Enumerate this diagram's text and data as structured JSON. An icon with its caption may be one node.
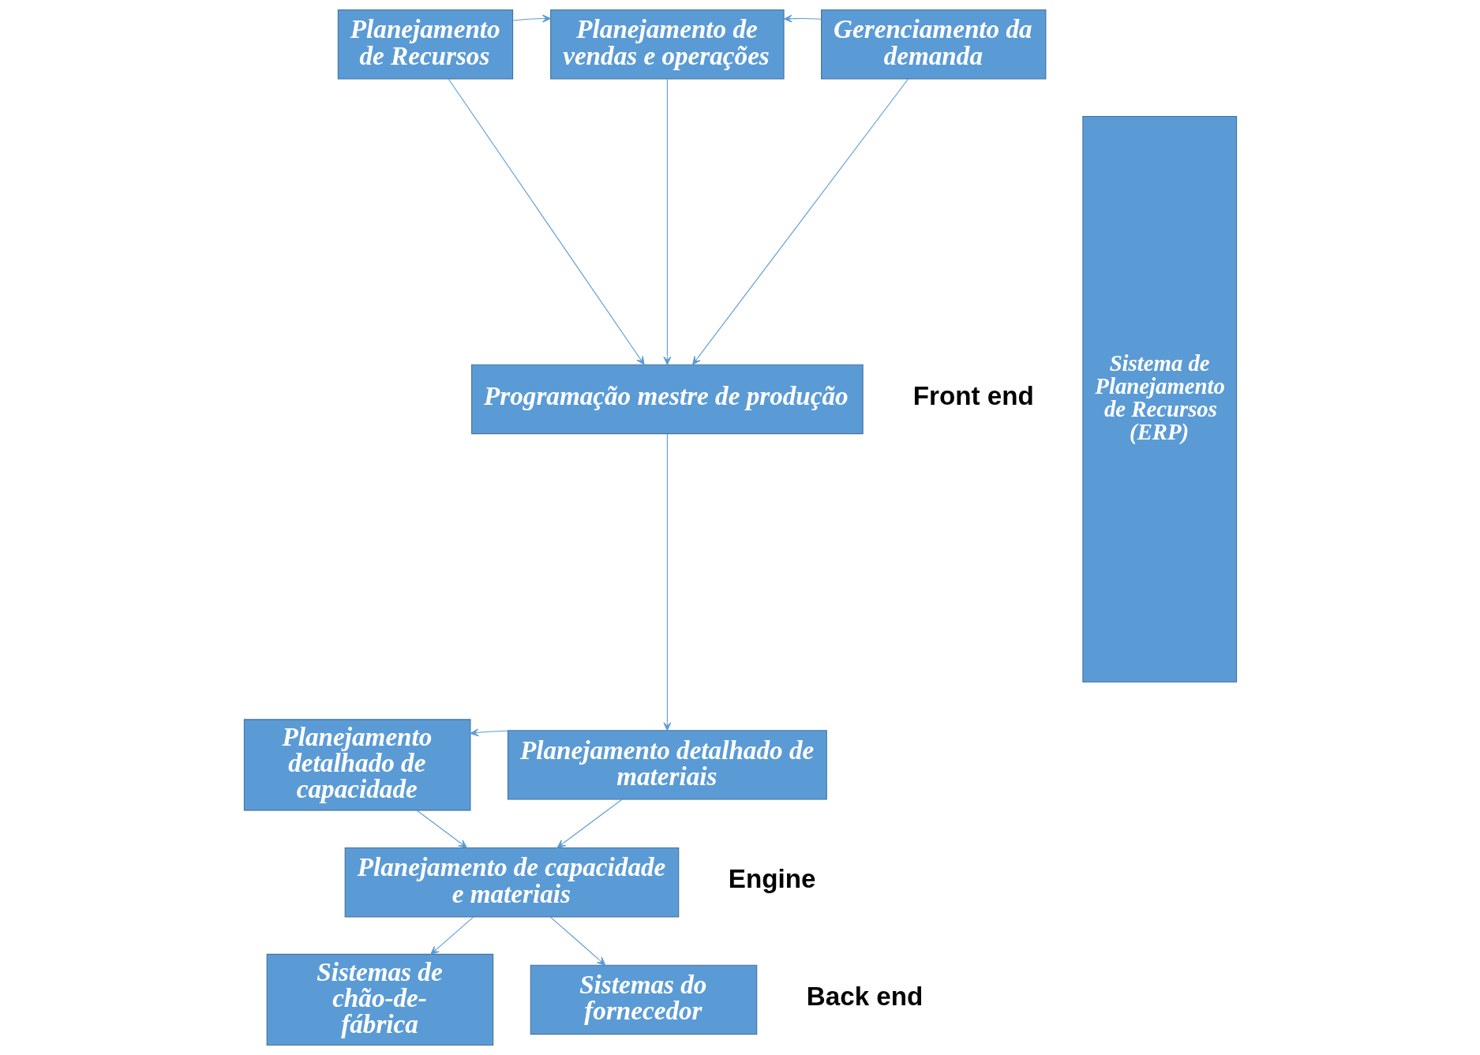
{
  "diagram": {
    "nodes": [
      {
        "text": [
          "Planejamento de Recursos"
        ]
      },
      {
        "text": [
          "Planejamento de vendas e operações"
        ]
      },
      {
        "text": [
          "Gerenciamento da demanda"
        ]
      },
      {
        "text": [
          "Programação mestre de produção"
        ]
      },
      {
        "text": [
          "Planejamento detalhado de capacidade"
        ]
      },
      {
        "text": [
          "Planejamento detalhado de materiais"
        ]
      },
      {
        "text": [
          "Planejamento de capacidade e materiais"
        ]
      },
      {
        "text": [
          "Sistemas de chão-de-fábrica"
        ]
      },
      {
        "text": [
          "Sistemas do fornecedor"
        ]
      },
      {
        "text": [
          "Sistema de Planejamento de Recursos (ERP)"
        ]
      }
    ],
    "edges": [
      {
        "from": 0,
        "to": 1,
        "arrow": "to"
      },
      {
        "from": 2,
        "to": 1,
        "arrow": "to"
      },
      {
        "from": 0,
        "to": 3,
        "arrow": "to"
      },
      {
        "from": 1,
        "to": 3,
        "arrow": "to"
      },
      {
        "from": 2,
        "to": 3,
        "arrow": "to"
      },
      {
        "from": 3,
        "to": 5,
        "arrow": "to"
      },
      {
        "from": 5,
        "to": 4,
        "arrow": "to"
      },
      {
        "from": 5,
        "to": 6,
        "arrow": "to"
      },
      {
        "from": 4,
        "to": 6,
        "arrow": "to"
      },
      {
        "from": 6,
        "to": 7,
        "arrow": "to"
      },
      {
        "from": 6,
        "to": 8,
        "arrow": "to"
      }
    ],
    "labels": [
      "Front end",
      "Engine",
      "Back end"
    ]
  }
}
